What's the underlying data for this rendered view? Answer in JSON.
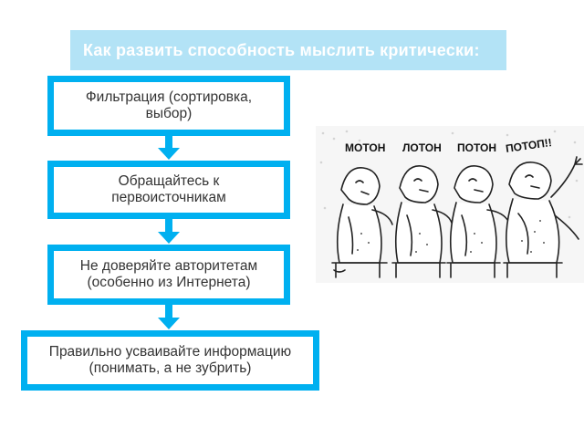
{
  "title": "Как развить способность мыслить критически:",
  "steps": [
    "Фильтрация (сортировка,\nвыбор)",
    "Обращайтесь к\nпервоисточникам",
    "Не доверяйте авторитетам\n(особенно из Интернета)",
    "Правильно усваивайте информацию\n(понимать, а не зубрить)"
  ],
  "cartoon": {
    "words": [
      "МОТОН",
      "ЛОТОН",
      "ПОТОН",
      "ПОТОП!!"
    ]
  },
  "colors": {
    "accent": "#00b0f0",
    "title_bg": "#b3e3f6"
  }
}
